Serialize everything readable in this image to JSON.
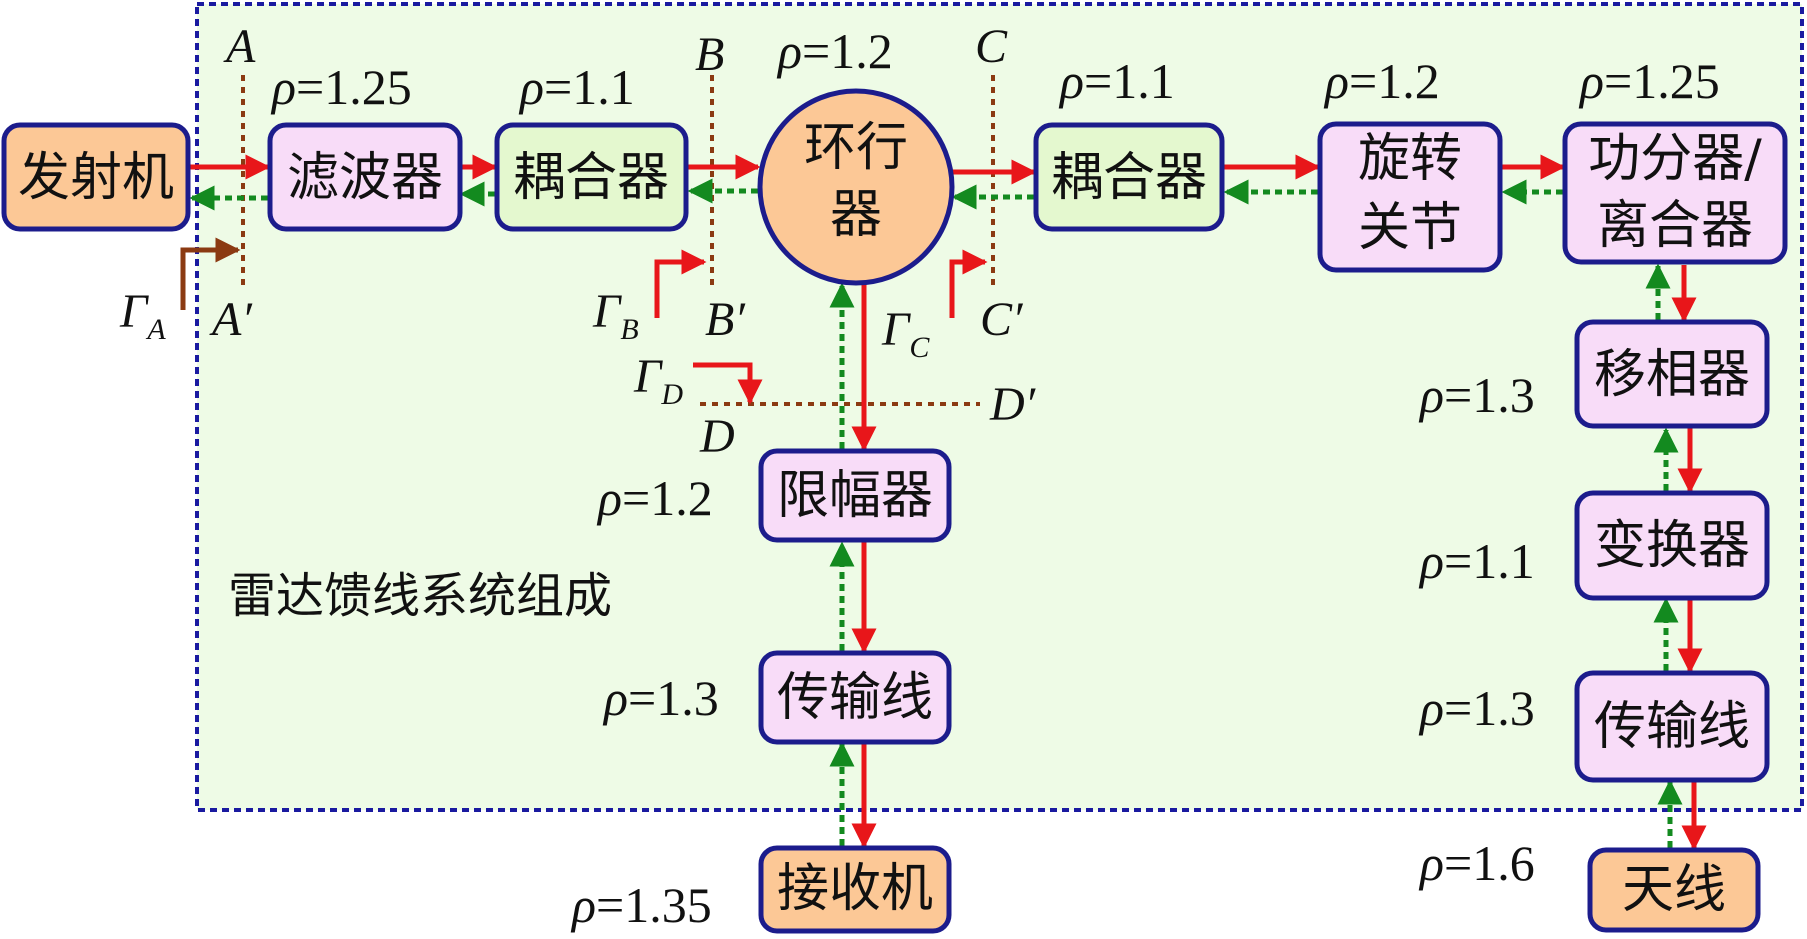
{
  "title": "雷达馈线系统组成",
  "colors": {
    "region_fill": "#eefbe6",
    "region_border": "#1a1aa0",
    "orange_block": "#fcc896",
    "pink_block": "#f8dcf8",
    "green_block": "#e4f8cf",
    "forward_arrow": "#e8161a",
    "reflected_arrow": "#138a1f",
    "reference_line": "#8b3a12"
  },
  "blocks": {
    "transmitter": "发射机",
    "filter": "滤波器",
    "coupler_left": "耦合器",
    "circulator_line1": "环行",
    "circulator_line2": "器",
    "coupler_right": "耦合器",
    "rotary_joint_line1": "旋转",
    "rotary_joint_line2": "关节",
    "divider_line1": "功分器/",
    "divider_line2": "离合器",
    "phase_shifter": "移相器",
    "converter": "变换器",
    "tline_right": "传输线",
    "antenna": "天线",
    "limiter": "限幅器",
    "tline_left": "传输线",
    "receiver": "接收机"
  },
  "vswr": {
    "filter": "=1.25",
    "coupler_left": "=1.1",
    "circulator": "=1.2",
    "coupler_right": "=1.1",
    "rotary_joint": "=1.2",
    "divider": "=1.25",
    "phase_shifter": "=1.3",
    "converter": "=1.1",
    "tline_right": "=1.3",
    "antenna": "=1.6",
    "limiter": "=1.2",
    "tline_left": "=1.3",
    "receiver": "=1.35",
    "symbol": "ρ"
  },
  "reference_planes": {
    "A": "A",
    "A_prime": "A′",
    "B": "B",
    "B_prime": "B′",
    "C": "C",
    "C_prime": "C′",
    "D": "D",
    "D_prime": "D′",
    "gamma": "Γ",
    "gamma_A_sub": "A",
    "gamma_B_sub": "B",
    "gamma_C_sub": "C",
    "gamma_D_sub": "D"
  }
}
